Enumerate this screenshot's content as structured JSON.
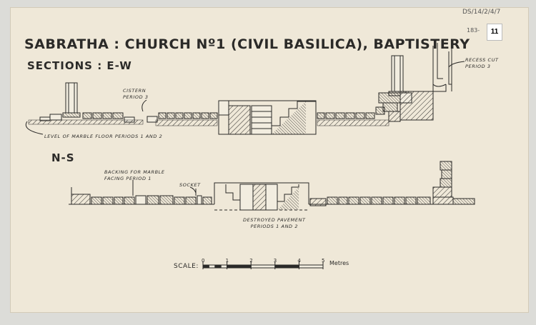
{
  "title": "SABRATHA : CHURCH Nº1 (CIVIL BASILICA), BAPTISTERY",
  "sections_ew_label": "SECTIONS : E-W",
  "ns_label": "N-S",
  "archive_ref": "DS/14/2/4/7",
  "archive_ref_2": "183-",
  "plate_number": "11",
  "annotations": {
    "cistern": "CISTERN\nPERIOD 3",
    "recess_cut": "RECESS CUT\nPERIOD 3",
    "marble_floor": "LEVEL OF MARBLE FLOOR   PERIODS 1 AND 2",
    "backing": "BACKING FOR MARBLE\nFACING   PERIOD 1",
    "socket": "SOCKET",
    "destroyed_pavement": "DESTROYED PAVEMENT\nPERIODS 1 AND 2"
  },
  "scale": {
    "label": "SCALE:",
    "unit": "Metres",
    "ticks": [
      "0",
      "1",
      "2",
      "3",
      "4",
      "5"
    ]
  },
  "colors": {
    "paper": "#efe8d8",
    "ink": "#2b2a28",
    "mount": "#dcdcd8"
  }
}
